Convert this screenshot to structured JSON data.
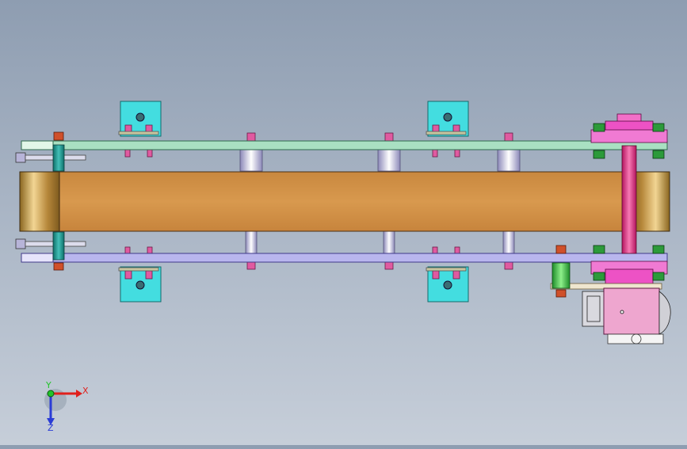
{
  "viewport": {
    "name": "cad-viewport",
    "background_top": "#8e9db1",
    "background_bottom": "#c6ced9"
  },
  "triad": {
    "x_label": "X",
    "y_label": "Y",
    "z_label": "Z",
    "x_color": "#e0201c",
    "y_color": "#21c42a",
    "z_color": "#2a3cd6"
  },
  "colors": {
    "conveyor_belt": "#d4954a",
    "top_rail": "#a9e0c2",
    "bottom_rail": "#b9b6ee",
    "bracket": "#43dde0",
    "motor_housing": "#f071d6",
    "gearbox": "#eea6cf",
    "bolt": "#e05aa0"
  }
}
